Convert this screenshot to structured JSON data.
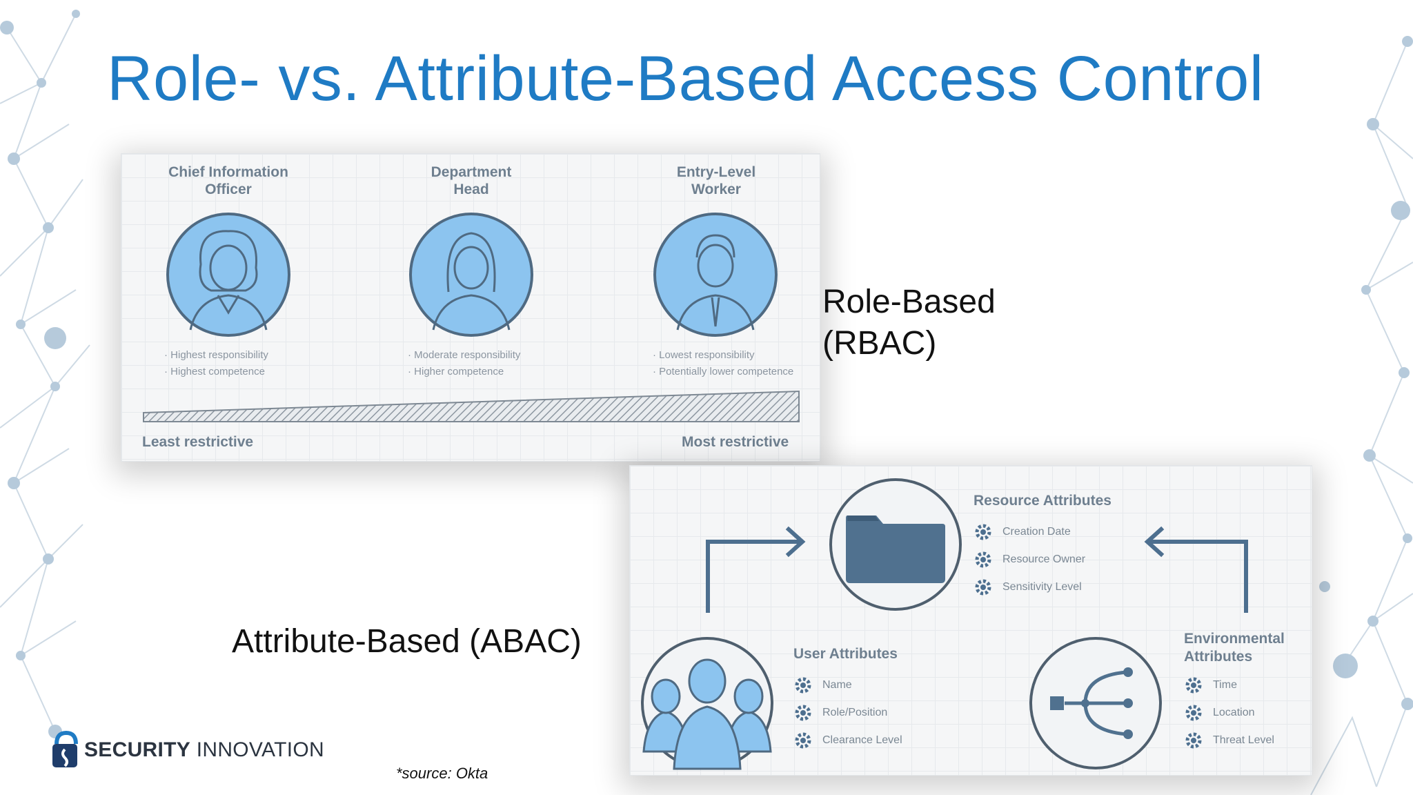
{
  "slide": {
    "title": "Role- vs. Attribute-Based Access Control",
    "rbac_label_line1": "Role-Based",
    "rbac_label_line2": "(RBAC)",
    "abac_label": "Attribute-Based (ABAC)",
    "source": "*source: Okta"
  },
  "rbac": {
    "roles": [
      {
        "title_l1": "Chief Information",
        "title_l2": "Officer",
        "bullet1": "· Highest responsibility",
        "bullet2": "· Highest competence"
      },
      {
        "title_l1": "Department",
        "title_l2": "Head",
        "bullet1": "· Moderate responsibility",
        "bullet2": "· Higher competence"
      },
      {
        "title_l1": "Entry-Level",
        "title_l2": "Worker",
        "bullet1": "· Lowest responsibility",
        "bullet2": "· Potentially lower competence"
      }
    ],
    "least": "Least restrictive",
    "most": "Most restrictive"
  },
  "abac": {
    "resource": {
      "heading": "Resource Attributes",
      "items": [
        "Creation Date",
        "Resource Owner",
        "Sensitivity Level"
      ]
    },
    "user": {
      "heading": "User Attributes",
      "items": [
        "Name",
        "Role/Position",
        "Clearance Level"
      ]
    },
    "environment": {
      "heading_l1": "Environmental",
      "heading_l2": "Attributes",
      "items": [
        "Time",
        "Location",
        "Threat Level"
      ]
    }
  },
  "logo": {
    "bold": "SECURITY",
    "light": " INNOVATION"
  },
  "colors": {
    "title": "#1f7bc4",
    "avatar": "#8cc4ef",
    "dark_blue": "#4d6f8f",
    "panel_text": "#6e7f8f"
  }
}
